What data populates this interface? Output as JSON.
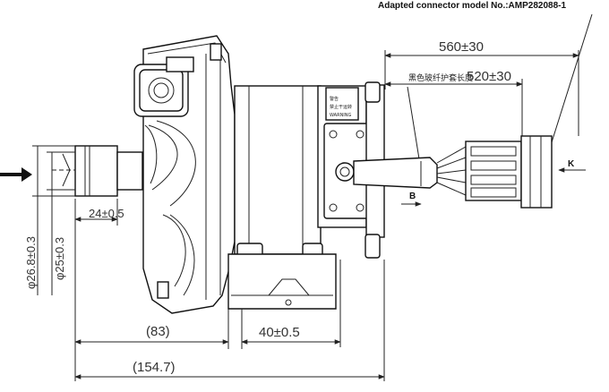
{
  "header": {
    "connector_note": "Adapted connector model No.:AMP282088-1"
  },
  "dimensions": {
    "cable_total": "560±30",
    "sleeve_length_label": "黑色玻纤护套长度",
    "sleeve_length_value": "520±30",
    "outlet_length": "24±0.5",
    "outer_diameter": "φ26.8±0.3",
    "inner_diameter": "φ25±0.3",
    "offset_83": "(83)",
    "bracket_width": "40±0.5",
    "overall_length": "(154.7)"
  },
  "markers": {
    "view_b": "B",
    "view_k": "K"
  },
  "label_plate": {
    "line1": "警告",
    "line2": "禁止干运转",
    "line3": "WARNING"
  }
}
